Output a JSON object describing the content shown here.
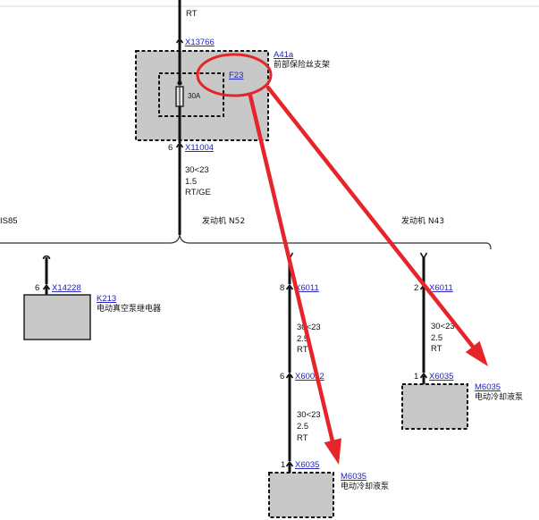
{
  "supply_wire": {
    "color": "RT"
  },
  "fuse_carrier": {
    "top_connector_id": "X13766",
    "id": "A41a",
    "name": "前部保险丝支架",
    "fuse_id": "F23",
    "fuse_rating": "30A",
    "bottom_connector_pin": "6",
    "bottom_connector_id": "X11004"
  },
  "feed_wire": {
    "circuit": "30<23",
    "gauge": "1.5",
    "color": "RT/GE"
  },
  "variant_labels": {
    "left": "IS85",
    "middle": "发动机 N52",
    "right": "发动机 N43"
  },
  "branch_left": {
    "connector_pin": "6",
    "connector_id": "X14228",
    "component_id": "K213",
    "component_name": "电动真空泵继电器"
  },
  "branch_middle": {
    "connector1_pin": "8",
    "connector1_id": "X6011",
    "wire1": {
      "circuit": "30<23",
      "gauge": "2.5",
      "color": "RT"
    },
    "connector2_pin": "6",
    "connector2_id": "X60052",
    "wire2": {
      "circuit": "30<23",
      "gauge": "2.5",
      "color": "RT"
    },
    "connector3_pin": "1",
    "connector3_id": "X6035",
    "component_id": "M6035",
    "component_name": "电动冷却液泵"
  },
  "branch_right": {
    "connector1_pin": "2",
    "connector1_id": "X6011",
    "wire": {
      "circuit": "30<23",
      "gauge": "2.5",
      "color": "RT"
    },
    "connector2_pin": "1",
    "connector2_id": "X6035",
    "component_id": "M6035",
    "component_name": "电动冷却液泵"
  },
  "colors": {
    "wire": "#111111",
    "link": "#2020c0",
    "component_fill": "#c8c8c8",
    "annotation": "#e5252a",
    "text": "#111111"
  }
}
